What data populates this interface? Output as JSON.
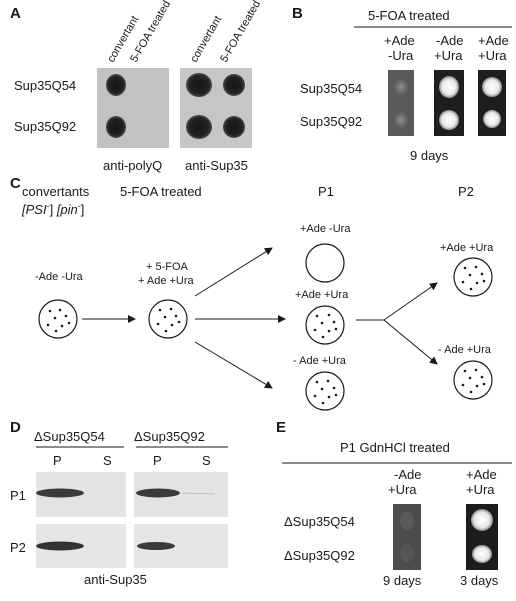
{
  "panel_a": {
    "letter": "A",
    "rows": [
      "Sup35Q54",
      "Sup35Q92"
    ],
    "left_blot": {
      "cols": [
        "convertant",
        "5-FOA treated"
      ],
      "caption": "anti-polyQ"
    },
    "right_blot": {
      "cols": [
        "convertant",
        "5-FOA treated"
      ],
      "caption": "anti-Sup35"
    }
  },
  "panel_b": {
    "letter": "B",
    "header": "5-FOA treated",
    "cols": [
      {
        "line1": "+Ade",
        "line2": "-Ura"
      },
      {
        "line1": "-Ade",
        "line2": "+Ura"
      },
      {
        "line1": "+Ade",
        "line2": "+Ura"
      }
    ],
    "rows": [
      "Sup35Q54",
      "Sup35Q92"
    ],
    "caption": "9 days"
  },
  "panel_c": {
    "letter": "C",
    "title_line1": "convertants",
    "title_psi": "[PSI",
    "title_sup": "-",
    "title_pin": "[pin",
    "stages": [
      "5-FOA treated",
      "P1",
      "P2"
    ],
    "plate_start": "-Ade -Ura",
    "plate_foa_line1": "+ 5-FOA",
    "plate_foa_line2": "+ Ade +Ura",
    "p1_plates": [
      "+Ade -Ura",
      "+Ade +Ura",
      "- Ade +Ura"
    ],
    "p2_plates": [
      "+Ade +Ura",
      "- Ade +Ura"
    ]
  },
  "panel_d": {
    "letter": "D",
    "groups": [
      "ΔSup35Q54",
      "ΔSup35Q92"
    ],
    "lanes": [
      "P",
      "S",
      "P",
      "S"
    ],
    "rows": [
      "P1",
      "P2"
    ],
    "caption": "anti-Sup35"
  },
  "panel_e": {
    "letter": "E",
    "header": "P1 GdnHCl treated",
    "cols": [
      {
        "line1": "-Ade",
        "line2": "+Ura"
      },
      {
        "line1": "+Ade",
        "line2": "+Ura"
      }
    ],
    "rows": [
      "ΔSup35Q54",
      "ΔSup35Q92"
    ],
    "captions": [
      "9 days",
      "3 days"
    ]
  }
}
